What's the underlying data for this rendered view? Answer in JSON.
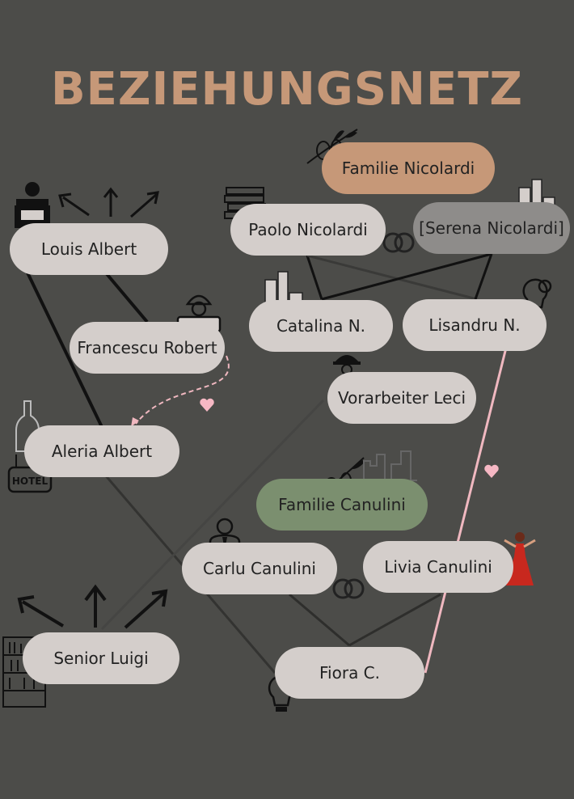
{
  "title": "BEZIEHUNGSNETZ",
  "nodes": {
    "familie_nicolardi": "Familie Nicolardi",
    "paolo": "Paolo Nicolardi",
    "serena": "[Serena Nicolardi]",
    "catalina": "Catalina N.",
    "lisandru": "Lisandru N.",
    "louis": "Louis Albert",
    "francescu": "Francescu Robert",
    "aleria": "Aleria  Albert",
    "leci": "Vorarbeiter Leci",
    "familie_canulini": "Familie Canulini",
    "carlu": "Carlu Canulini",
    "livia": "Livia Canulini",
    "luigi": "Senior Luigi",
    "fiora": "Fiora  C."
  },
  "icons": {
    "hotel_sign": "HOTEL"
  },
  "colors": {
    "background": "#4c4c49",
    "title": "#c69878",
    "node": "#d4cecb",
    "family_nicolardi": "#c69878",
    "family_canulini": "#7b8f6f",
    "serena": "#8e8c8a",
    "love_line": "#f0b8c0",
    "heart": "#f6b8c4"
  }
}
